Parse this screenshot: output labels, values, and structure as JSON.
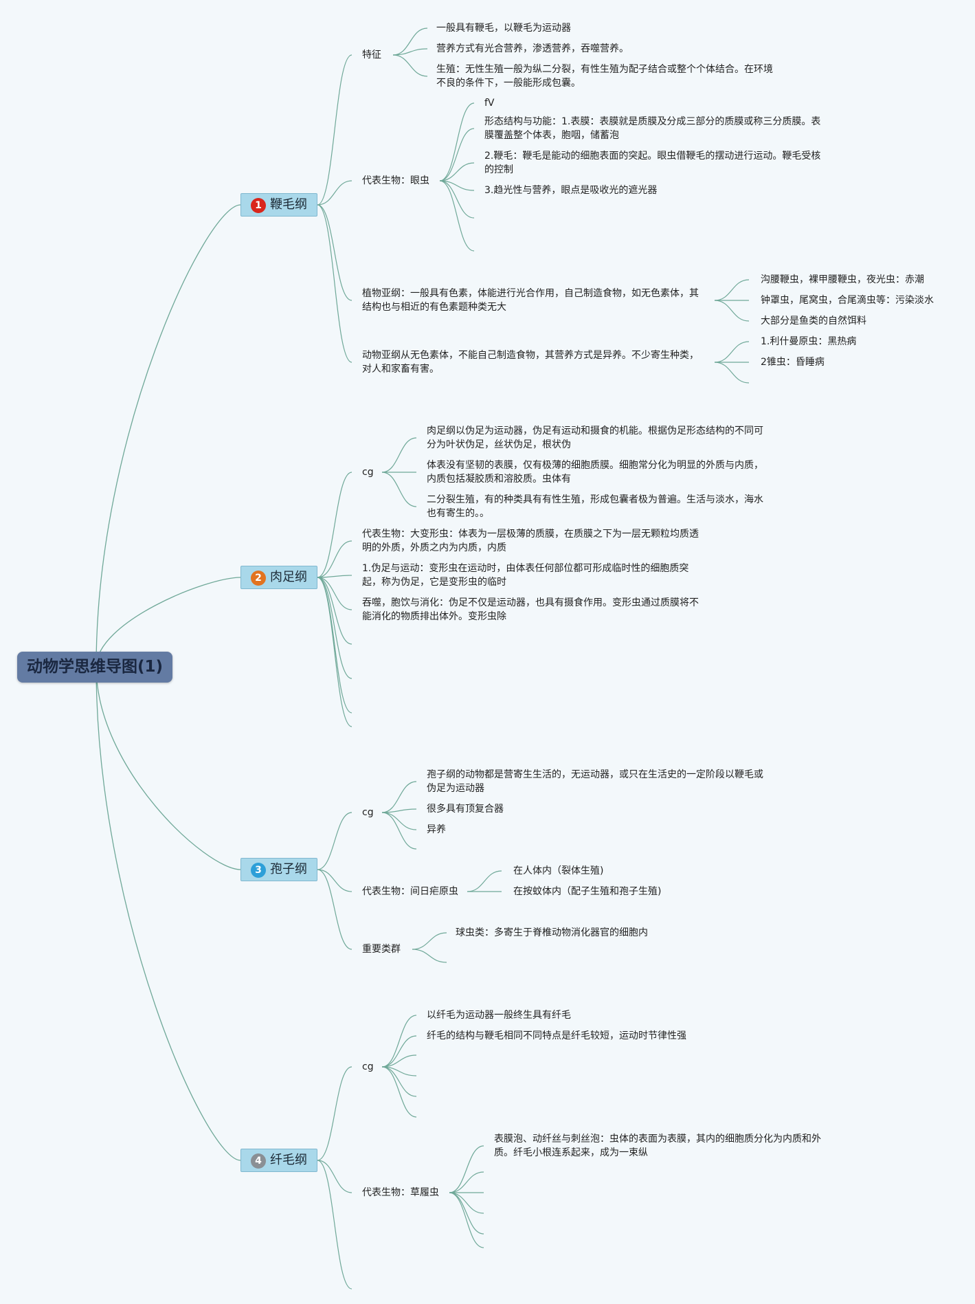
{
  "mindmap": {
    "root": "动物学思维导图(1)",
    "branches": [
      {
        "number": "1",
        "color": "#d9261c",
        "label": "鞭毛纲",
        "children": [
          {
            "label": "特征",
            "items": [
              "一般具有鞭毛，以鞭毛为运动器",
              "营养方式有光合营养，渗透营养，吞噬营养。",
              "生殖：无性生殖一般为纵二分裂，有性生殖为配子结合或整个个体结合。在环境不良的条件下，一般能形成包囊。"
            ]
          },
          {
            "label": "代表生物：眼虫",
            "items": [
              "fV",
              "形态结构与功能：1.表膜：表膜就是质膜及分成三部分的质膜或称三分质膜。表膜覆盖整个体表，胞咽，储蓄泡",
              "2.鞭毛：鞭毛是能动的细胞表面的突起。眼虫借鞭毛的摆动进行运动。鞭毛受核的控制",
              "3.趋光性与营养，眼点是吸收光的遮光器"
            ]
          },
          {
            "label": "植物亚纲：一般具有色素，体能进行光合作用，自己制造食物，如无色素体，其结构也与相近的有色素题种类无大",
            "items": [
              "沟腰鞭虫，裸甲腰鞭虫，夜光虫：赤潮",
              "钟罩虫，尾窝虫，合尾滴虫等：污染淡水",
              "大部分是鱼类的自然饵料"
            ]
          },
          {
            "label": "动物亚纲从无色素体，不能自己制造食物，其营养方式是异养。不少寄生种类，对人和家畜有害。",
            "items": [
              "1.利什曼原虫：黑热病",
              "2锥虫：昏睡病"
            ]
          }
        ]
      },
      {
        "number": "2",
        "color": "#e2731f",
        "label": "肉足纲",
        "children": [
          {
            "label": "cg",
            "items": [
              "肉足纲以伪足为运动器，伪足有运动和摄食的机能。根据伪足形态结构的不同可分为叶状伪足，丝状伪足，根状伪",
              "体表没有坚韧的表膜，仅有极薄的细胞质膜。细胞常分化为明显的外质与内质，内质包括凝胶质和溶胶质。虫体有",
              "二分裂生殖，有的种类具有有性生殖，形成包囊者极为普遍。生活与淡水，海水也有寄生的。。"
            ]
          },
          {
            "label": "代表生物：大变形虫：体表为一层极薄的质膜，在质膜之下为一层无颗粒均质透明的外质，外质之内为内质，内质"
          },
          {
            "label": "1.伪足与运动：变形虫在运动时，由体表任何部位都可形成临时性的细胞质突起，称为伪足，它是变形虫的临时"
          },
          {
            "label": "吞噬，胞饮与消化：伪足不仅是运动器，也具有摄食作用。变形虫通过质膜将不能消化的物质排出体外。变形虫除"
          }
        ]
      },
      {
        "number": "3",
        "color": "#2d9fd8",
        "label": "孢子纲",
        "children": [
          {
            "label": "cg",
            "items": [
              "孢子纲的动物都是营寄生生活的，无运动器，或只在生活史的一定阶段以鞭毛或伪足为运动器",
              "很多具有顶复合器",
              "异养"
            ]
          },
          {
            "label": "代表生物：间日疟原虫",
            "items": [
              "在人体内（裂体生殖)",
              "在按蚊体内（配子生殖和孢子生殖)"
            ]
          },
          {
            "label": "重要类群",
            "items": [
              "球虫类：多寄生于脊椎动物消化器官的细胞内"
            ]
          }
        ]
      },
      {
        "number": "4",
        "color": "#8a8f94",
        "label": "纤毛纲",
        "children": [
          {
            "label": "cg",
            "items": [
              "以纤毛为运动器一般终生具有纤毛",
              "纤毛的结构与鞭毛相同不同特点是纤毛较短，运动时节律性强"
            ]
          },
          {
            "label": "代表生物：草履虫",
            "items": [
              "表膜泡、动纤丝与刺丝泡：虫体的表面为表膜，其内的细胞质分化为内质和外质。纤毛小根连系起来，成为一束纵"
            ]
          }
        ]
      }
    ]
  },
  "style": {
    "line_color": "#6fa898",
    "background": "#f3f8fb",
    "root_fill": "#637ba3",
    "branch_fill": "#a9d8ea"
  }
}
